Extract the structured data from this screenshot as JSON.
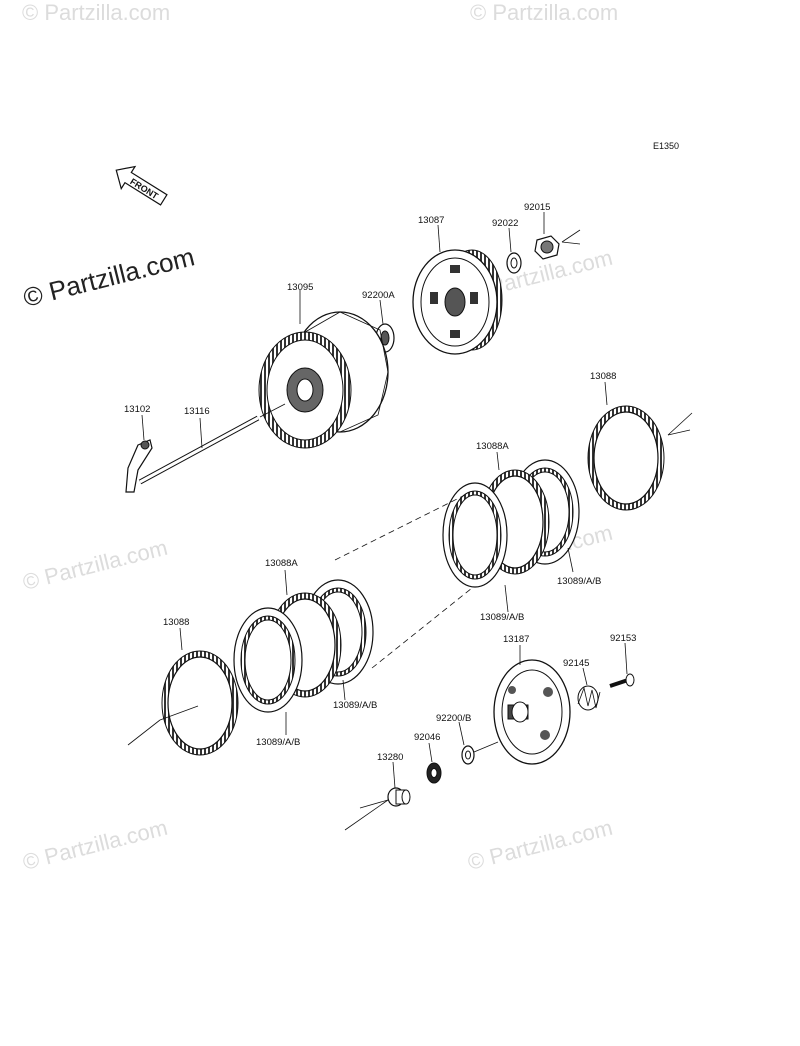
{
  "diagram_code": "E1350",
  "front_label": "FRONT",
  "watermark_main": "© Partzilla.com",
  "watermarks": [
    "© Partzilla.com",
    "© Partzilla.com",
    "© Partzilla.com",
    "© Partzilla.com",
    "© Partzilla.com",
    "© Partzilla.com",
    "© Partzilla.com",
    "© Partzilla.com"
  ],
  "parts": {
    "p92015": "92015",
    "p92022": "92022",
    "p13087": "13087",
    "p92200A": "92200A",
    "p13095": "13095",
    "p13102": "13102",
    "p13116": "13116",
    "p13088_top": "13088",
    "p13088A_top": "13088A",
    "p13089_top_right": "13089/A/B",
    "p13089_top_mid": "13089/A/B",
    "p13088A_bottom": "13088A",
    "p13088_bottom": "13088",
    "p13089_bottom_mid": "13089/A/B",
    "p13089_bottom_left": "13089/A/B",
    "p13187": "13187",
    "p92153": "92153",
    "p92145": "92145",
    "p92200B": "92200/B",
    "p92046": "92046",
    "p13280": "13280"
  }
}
